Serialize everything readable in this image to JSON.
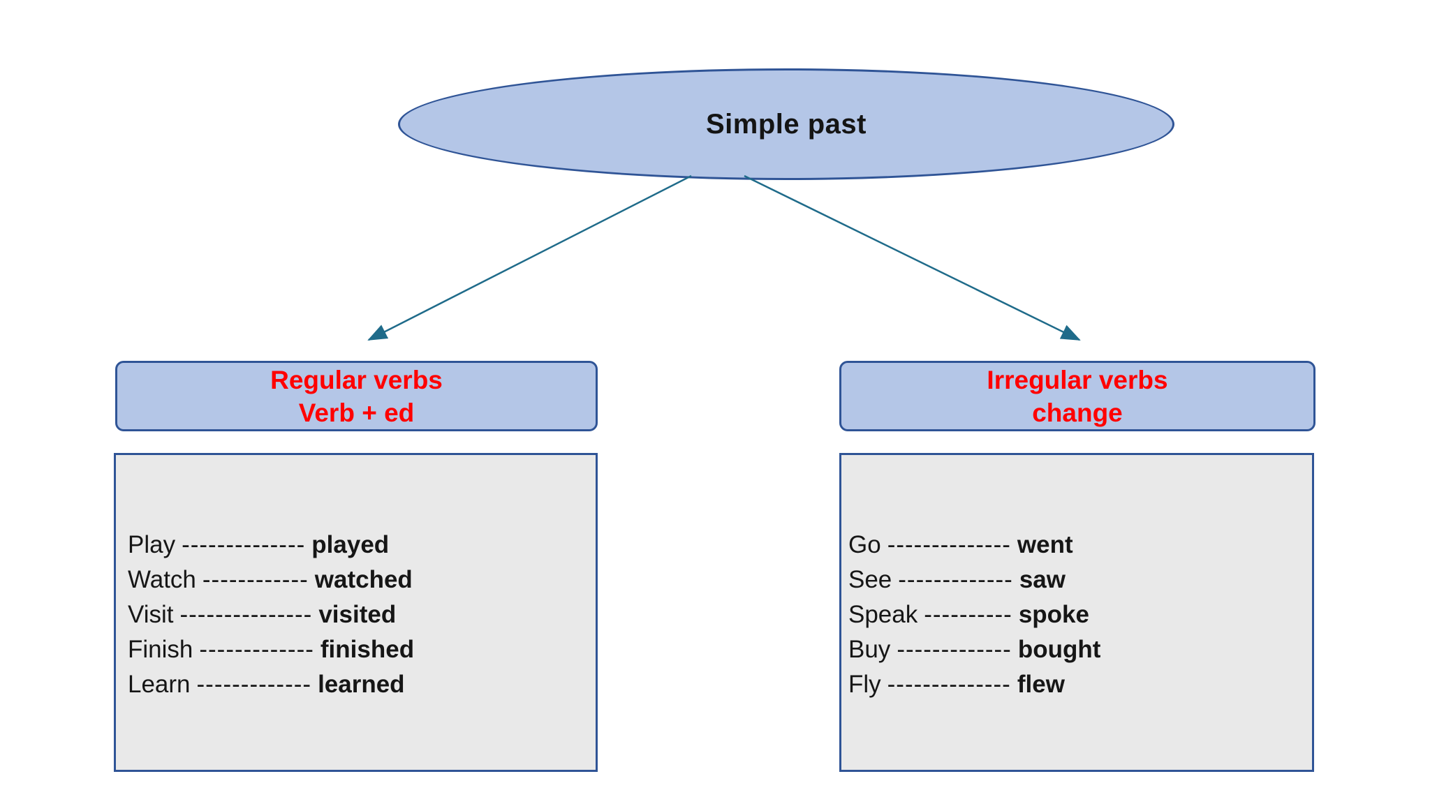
{
  "colors": {
    "node_fill": "#b4c6e7",
    "node_border": "#2f5496",
    "panel_fill": "#e9e9e9",
    "panel_border": "#2f5496",
    "header_text": "#ff0000",
    "body_text": "#161616",
    "arrow": "#1f6b8a"
  },
  "root_node": {
    "label": "Simple past"
  },
  "branches": {
    "regular": {
      "header_line1": "Regular verbs",
      "header_line2": "Verb + ed",
      "pairs": [
        {
          "base": "Play",
          "dashes": "--------------",
          "past": "played"
        },
        {
          "base": "Watch",
          "dashes": "------------",
          "past": "watched"
        },
        {
          "base": "Visit",
          "dashes": "---------------",
          "past": "visited"
        },
        {
          "base": "Finish",
          "dashes": "-------------",
          "past": "finished"
        },
        {
          "base": "Learn",
          "dashes": "-------------",
          "past": "learned"
        }
      ]
    },
    "irregular": {
      "header_line1": "Irregular verbs",
      "header_line2": "change",
      "pairs": [
        {
          "base": "Go",
          "dashes": "--------------",
          "past": "went"
        },
        {
          "base": "See",
          "dashes": "-------------",
          "past": "saw"
        },
        {
          "base": "Speak",
          "dashes": "----------",
          "past": "spoke"
        },
        {
          "base": "Buy",
          "dashes": "-------------",
          "past": "bought"
        },
        {
          "base": "Fly",
          "dashes": "--------------",
          "past": "flew"
        }
      ]
    }
  }
}
